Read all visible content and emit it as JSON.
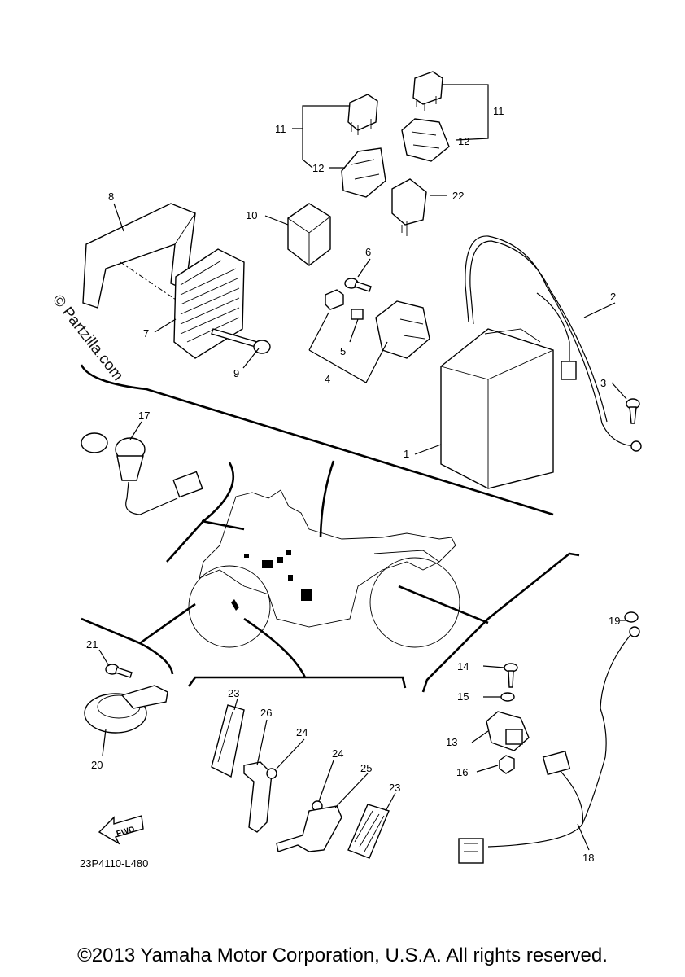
{
  "watermark": "© Partzilla.com",
  "figure_code": "23P4110-L480",
  "fwd_label": "FWD",
  "copyright": "©2013 Yamaha Motor Corporation, U.S.A. All rights reserved.",
  "callouts": {
    "c1": "1",
    "c2": "2",
    "c3": "3",
    "c4": "4",
    "c5": "5",
    "c6": "6",
    "c7": "7",
    "c8": "8",
    "c9": "9",
    "c10": "10",
    "c11a": "11",
    "c11b": "11",
    "c12a": "12",
    "c12b": "12",
    "c13": "13",
    "c14": "14",
    "c15": "15",
    "c16": "16",
    "c17": "17",
    "c18": "18",
    "c19": "19",
    "c20": "20",
    "c21": "21",
    "c22": "22",
    "c23a": "23",
    "c23b": "23",
    "c24a": "24",
    "c24b": "24",
    "c25": "25",
    "c26": "26"
  }
}
